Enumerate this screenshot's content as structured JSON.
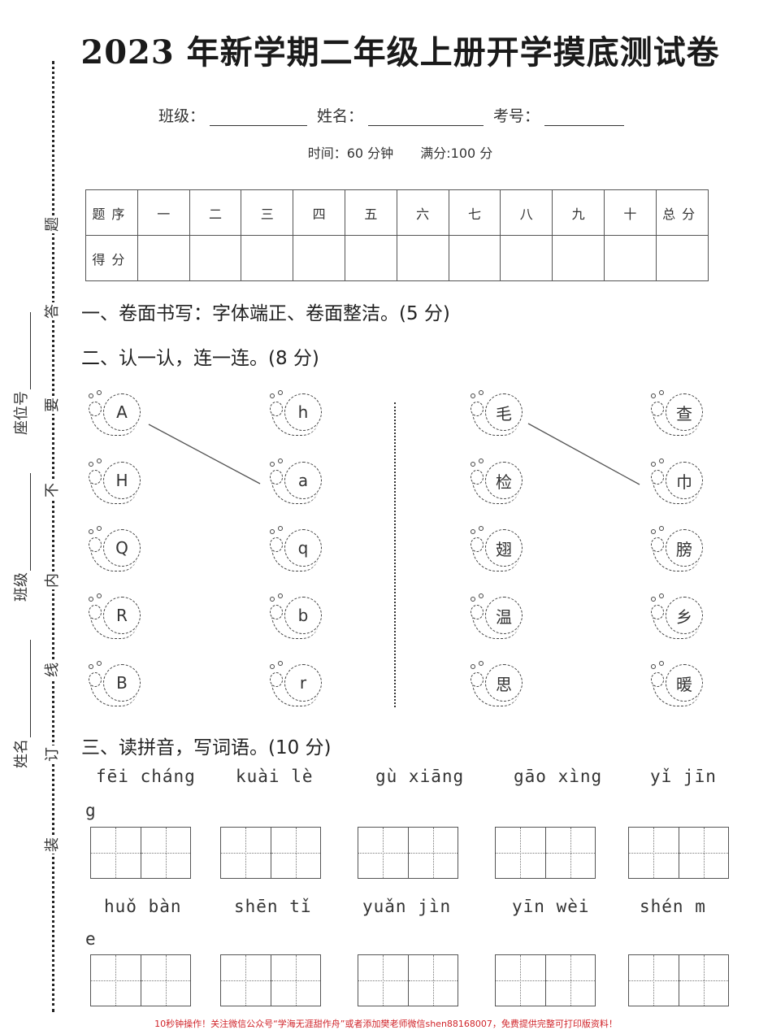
{
  "title": "2023 年新学期二年级上册开学摸底测试卷",
  "info": {
    "class_label": "班级：",
    "name_label": "姓名：",
    "number_label": "考号：",
    "time": "时间：60 分钟",
    "full_score": "满分:100 分"
  },
  "score_table": {
    "header_label": "题序",
    "columns": [
      "一",
      "二",
      "三",
      "四",
      "五",
      "六",
      "七",
      "八",
      "九",
      "十",
      "总分"
    ],
    "score_label": "得分"
  },
  "binding_margin": {
    "warning_chars": [
      "题",
      "答",
      "要",
      "不",
      "内",
      "线",
      "订",
      "装"
    ],
    "fields": [
      "座位号",
      "班级",
      "姓名"
    ]
  },
  "sections": [
    {
      "label": "一、卷面书写：字体端正、卷面整洁。(5 分)"
    },
    {
      "label": "二、认一认，连一连。(8 分)"
    },
    {
      "label": "三、读拼音，写词语。(10 分)"
    }
  ],
  "matching": {
    "left_group": {
      "col1": [
        "A",
        "H",
        "Q",
        "R",
        "B"
      ],
      "col2": [
        "h",
        "a",
        "q",
        "b",
        "r"
      ],
      "example_line": [
        "A",
        "a"
      ]
    },
    "right_group": {
      "col1": [
        "毛",
        "检",
        "翅",
        "温",
        "思"
      ],
      "col2": [
        "查",
        "巾",
        "膀",
        "乡",
        "暖"
      ],
      "example_line": [
        "毛",
        "巾"
      ]
    }
  },
  "pinyin_rows": [
    [
      "fēi cháng",
      "kuài lè",
      "gù xiāng",
      "gāo xìng",
      "yǐ jīn"
    ],
    [
      "huǒ bàn",
      "shēn tǐ",
      "yuǎn jìn",
      "yīn wèi",
      "shén m"
    ]
  ],
  "pinyin_wrap": [
    "g",
    "e"
  ],
  "footer": "10秒钟操作！关注微信公众号“学海无涯甜作舟”或者添加樊老师微信shen88168007，免费提供完整可打印版资料！"
}
